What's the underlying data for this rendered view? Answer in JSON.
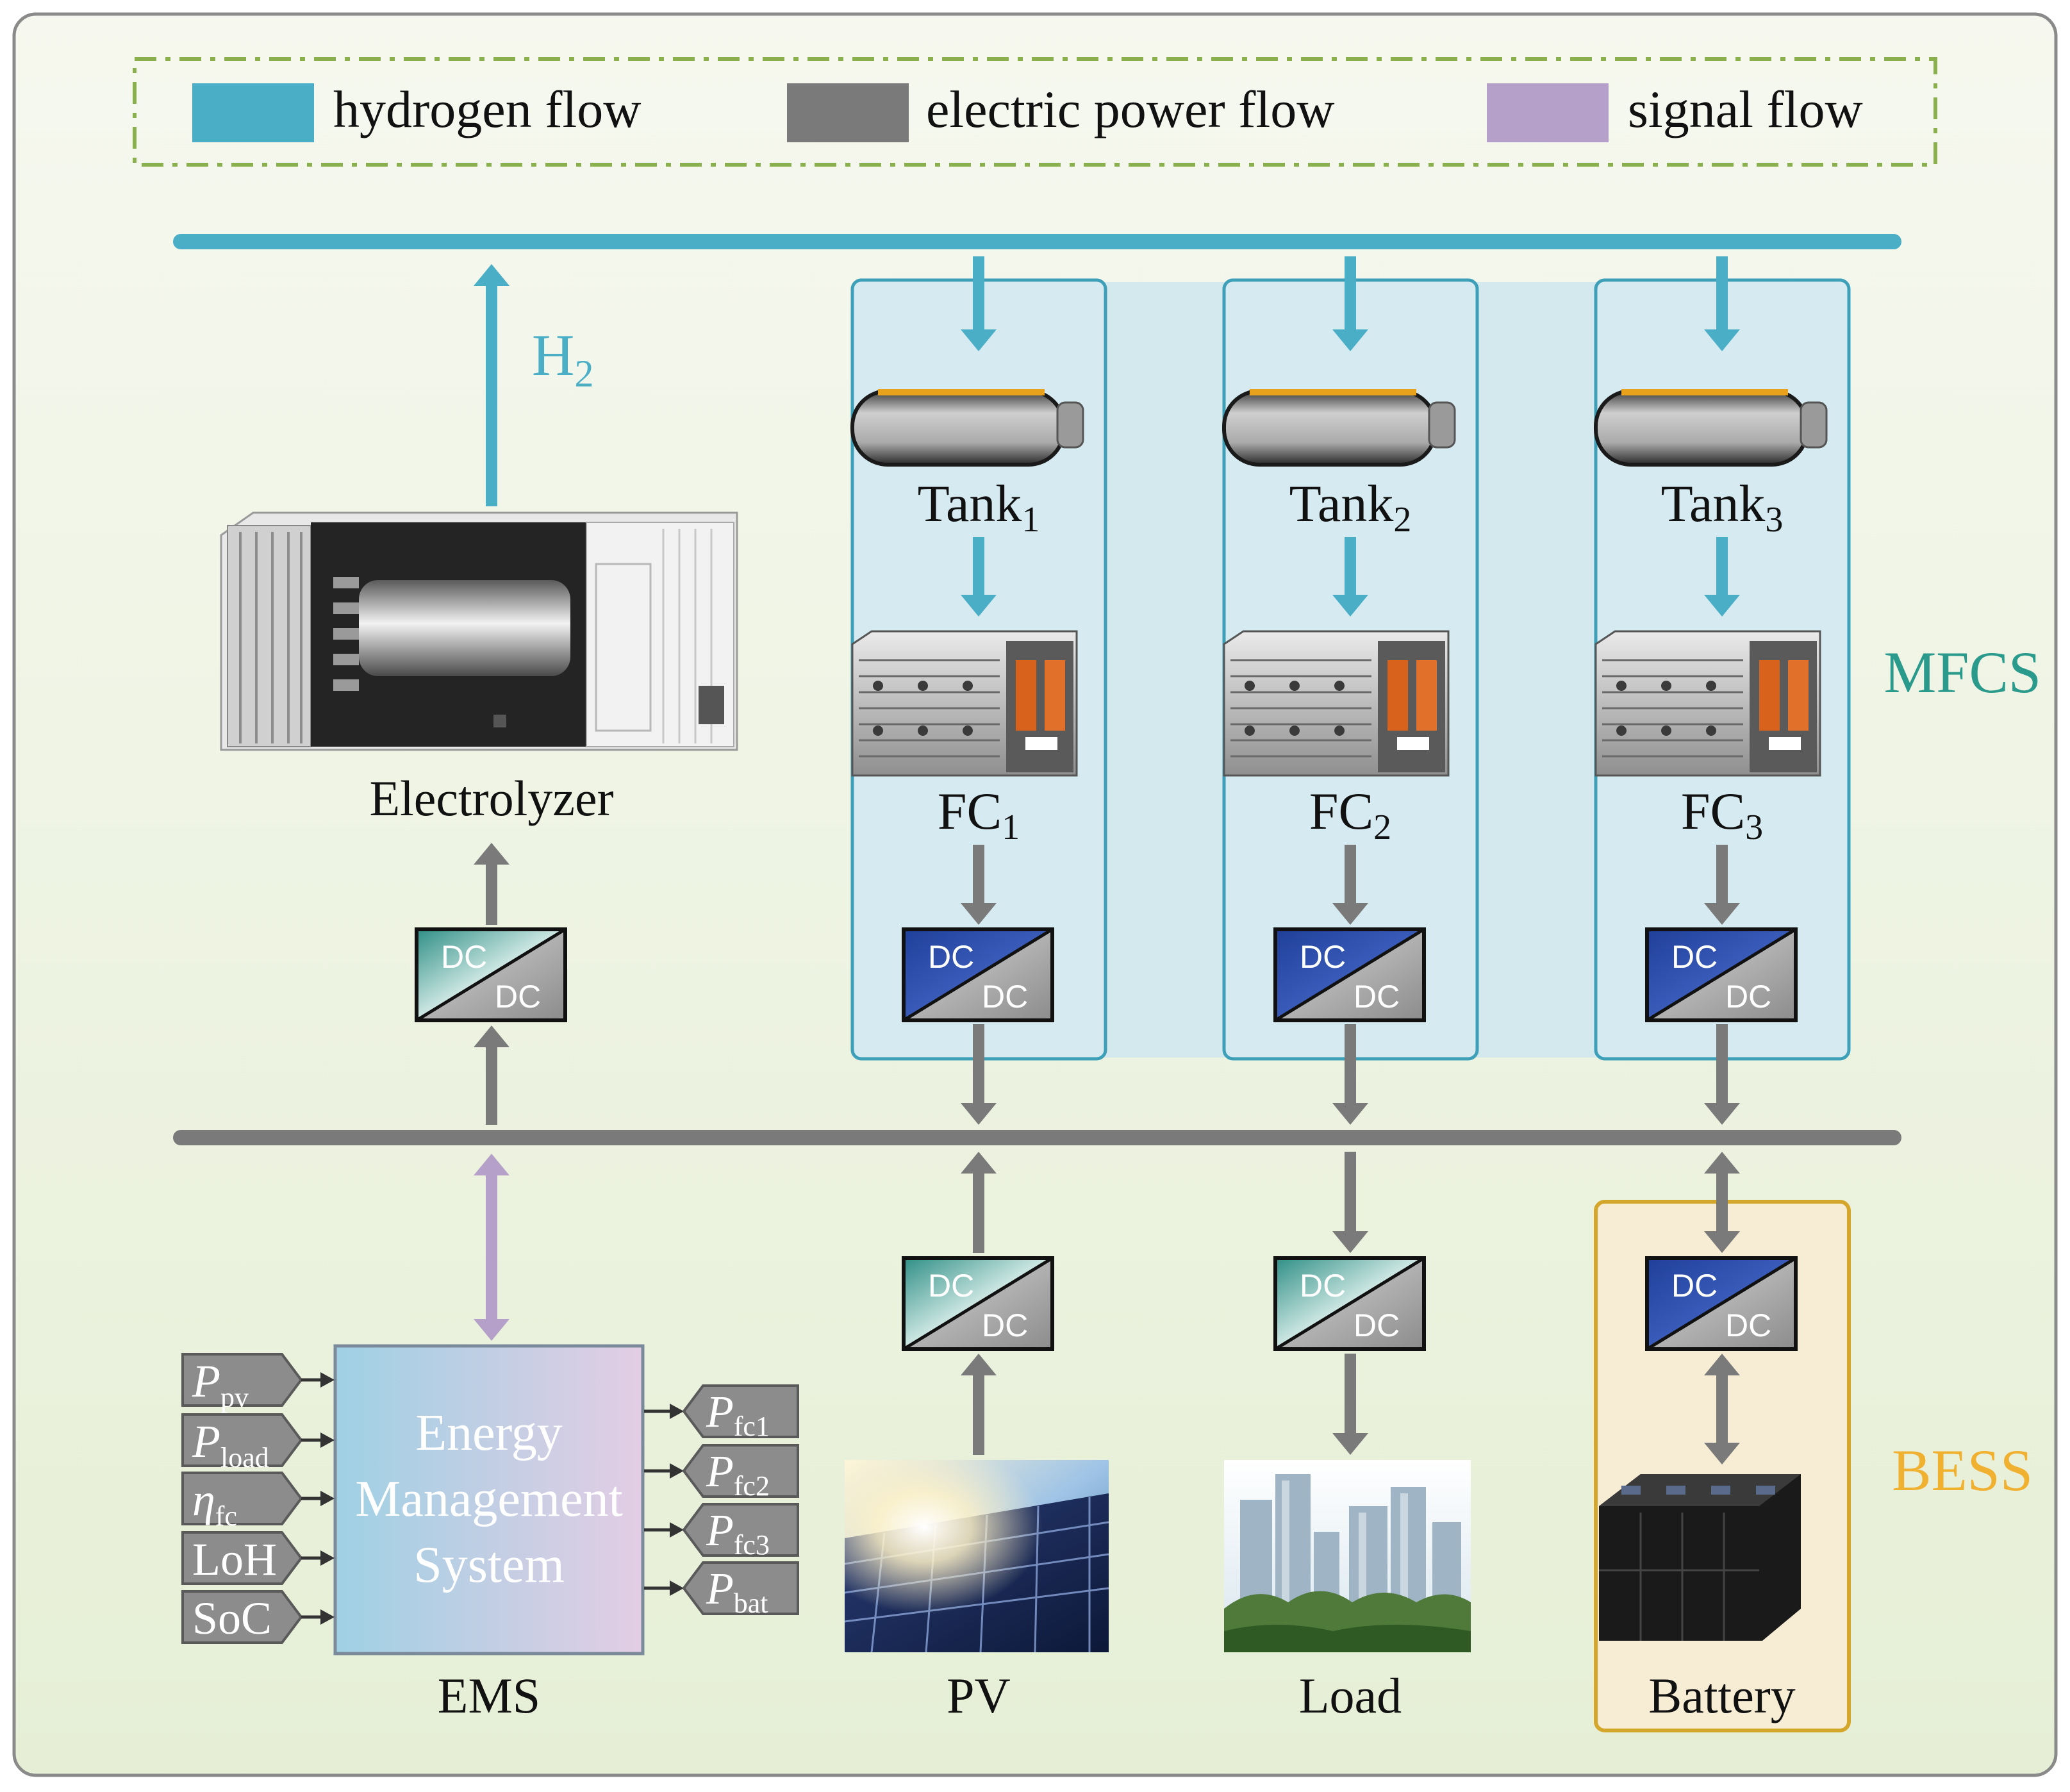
{
  "legend": {
    "hydrogen": {
      "label": "hydrogen flow",
      "color": "#4aaec6"
    },
    "electric": {
      "label": "electric power flow",
      "color": "#7a7a7a"
    },
    "signal": {
      "label": "signal flow",
      "color": "#b4a0c8"
    }
  },
  "h2_label": {
    "main": "H",
    "sub": "2"
  },
  "electrolyzer": {
    "label": "Electrolyzer"
  },
  "mfcs": {
    "label": "MFCS",
    "color": "#2a9a8c",
    "units": [
      {
        "tank_main": "Tank",
        "tank_sub": "1",
        "fc_main": "FC",
        "fc_sub": "1"
      },
      {
        "tank_main": "Tank",
        "tank_sub": "2",
        "fc_main": "FC",
        "fc_sub": "2"
      },
      {
        "tank_main": "Tank",
        "tank_sub": "3",
        "fc_main": "FC",
        "fc_sub": "3"
      }
    ]
  },
  "converter": {
    "top": "DC",
    "bottom": "DC"
  },
  "bess": {
    "label": "BESS",
    "color": "#f0b030"
  },
  "ems": {
    "label": "EMS",
    "box_line1": "Energy",
    "box_line2": "Management",
    "box_line3": "System",
    "inputs": [
      {
        "main": "P",
        "sub": "pv",
        "italic": true
      },
      {
        "main": "P",
        "sub": "load",
        "italic": true
      },
      {
        "main": "η",
        "sub": "fc",
        "italic": true
      },
      {
        "main": "LoH",
        "sub": "",
        "italic": false
      },
      {
        "main": "SoC",
        "sub": "",
        "italic": false
      }
    ],
    "outputs": [
      {
        "main": "P",
        "sub": "fc1"
      },
      {
        "main": "P",
        "sub": "fc2"
      },
      {
        "main": "P",
        "sub": "fc3"
      },
      {
        "main": "P",
        "sub": "bat"
      }
    ]
  },
  "pv": {
    "label": "PV"
  },
  "load": {
    "label": "Load"
  },
  "battery": {
    "label": "Battery"
  }
}
